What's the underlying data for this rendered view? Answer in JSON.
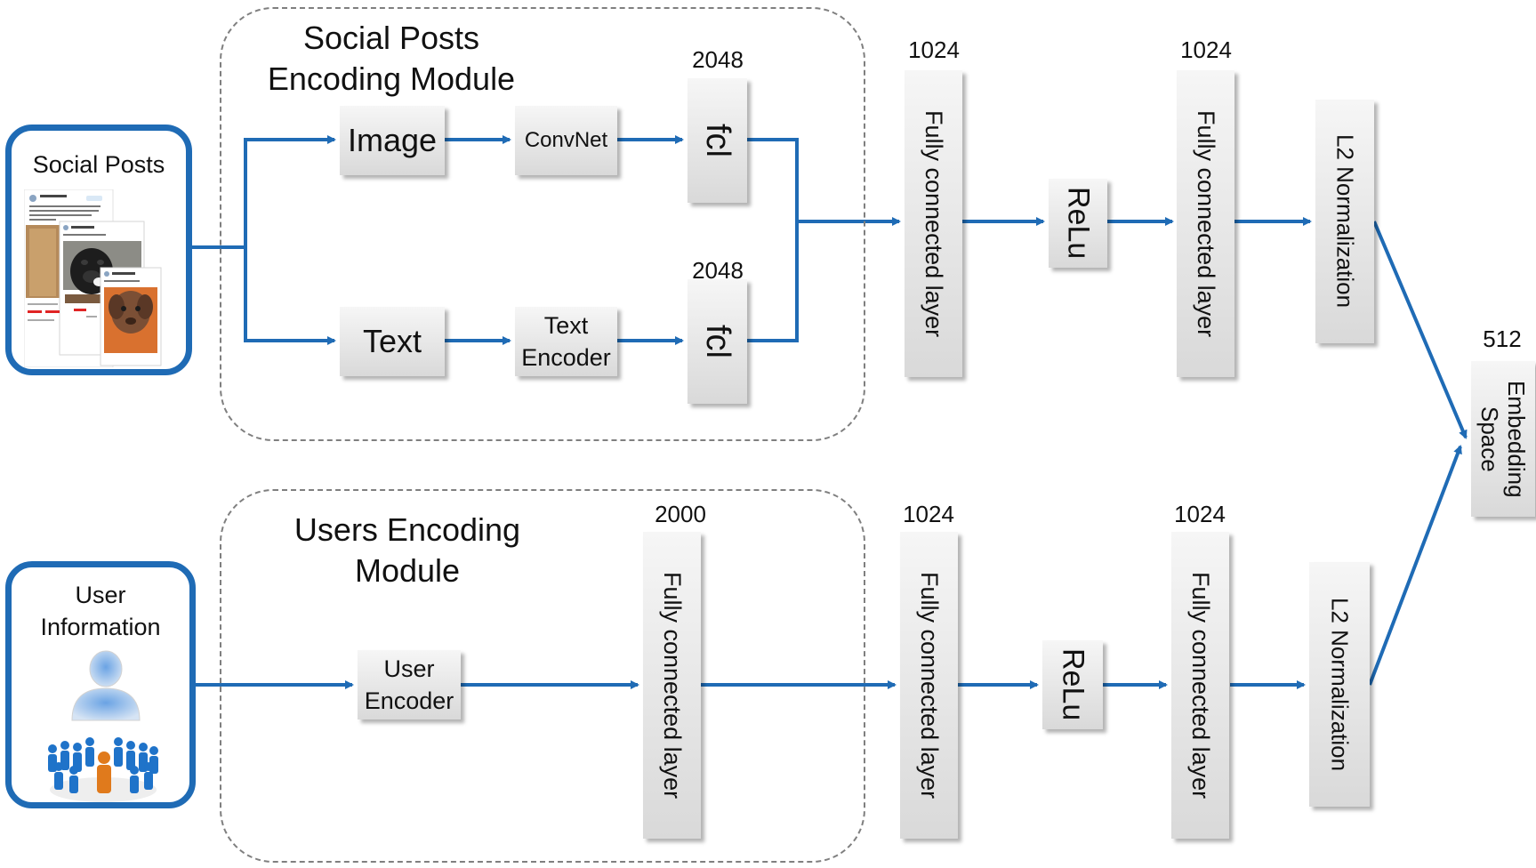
{
  "inputs": {
    "social_posts": {
      "title": "Social Posts"
    },
    "user_info": {
      "title": "User\nInformation"
    }
  },
  "modules": {
    "social_posts": {
      "title": "Social Posts\nEncoding Module"
    },
    "users": {
      "title": "Users Encoding\nModule"
    }
  },
  "social_branch": {
    "image": "Image",
    "text": "Text",
    "convnet": "ConvNet",
    "text_encoder": "Text\nEncoder",
    "fcl_image": "fcl",
    "fcl_text": "fcl",
    "fcl_image_size": "2048",
    "fcl_text_size": "2048",
    "fc1": "Fully connected layer",
    "fc1_size": "1024",
    "relu": "ReLu",
    "fc2": "Fully connected layer",
    "fc2_size": "1024",
    "l2": "L2 Normalization"
  },
  "user_branch": {
    "user_encoder": "User\nEncoder",
    "fc0": "Fully connected layer",
    "fc0_size": "2000",
    "fc1": "Fully connected layer",
    "fc1_size": "1024",
    "relu": "ReLu",
    "fc2": "Fully connected layer",
    "fc2_size": "1024",
    "l2": "L2 Normalization"
  },
  "embedding": {
    "label": "Embedding\nSpace",
    "size": "512"
  },
  "colors": {
    "arrow": "#1f6bb5",
    "frame": "#1f6bb5",
    "dashed": "#7f7f7f",
    "box_top": "#f6f6f6",
    "box_bottom": "#d9d9d9"
  },
  "icons": {
    "social_posts_thumbnail": "tweet-screenshot-collage",
    "user_info": "user-and-crowd-icon"
  }
}
